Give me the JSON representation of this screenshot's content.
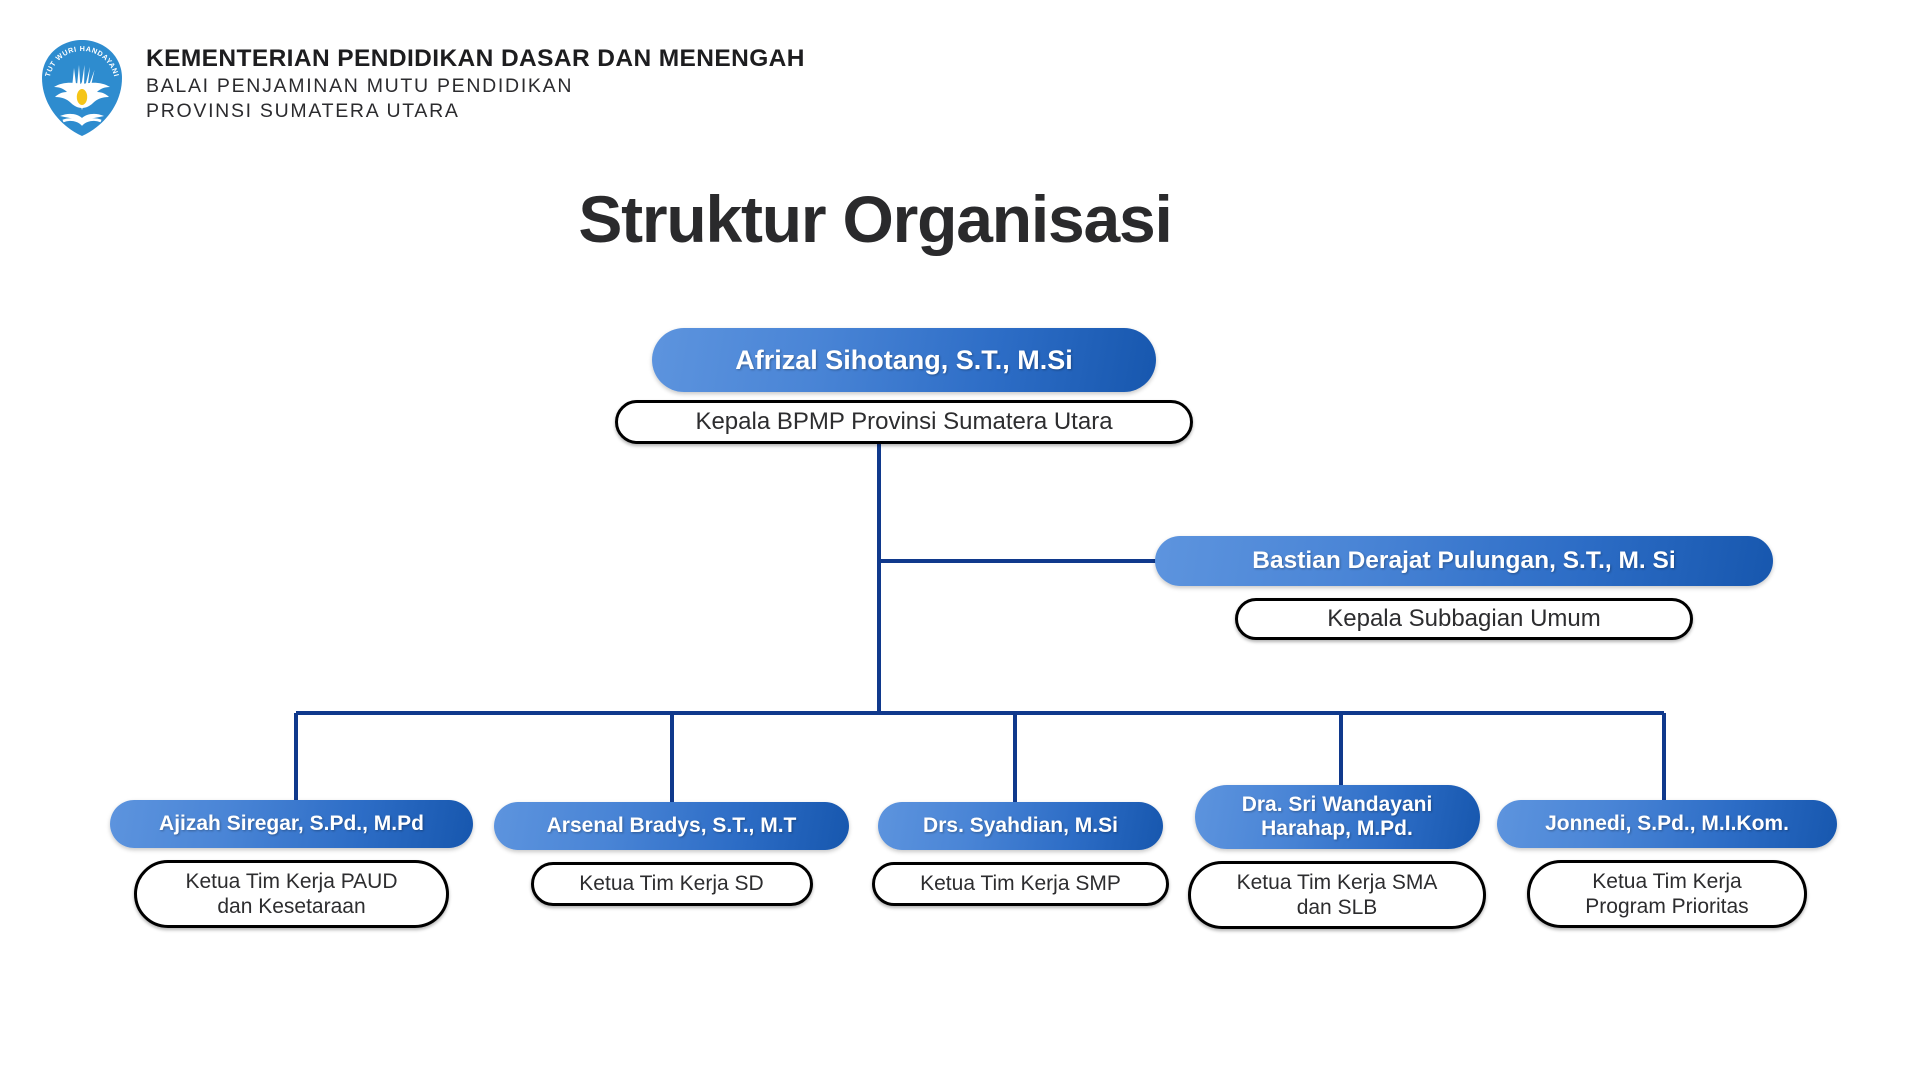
{
  "header": {
    "logo_name": "tut-wuri-handayani-logo",
    "motto": "TUT WURI HANDAYANI",
    "line1": "KEMENTERIAN PENDIDIKAN DASAR DAN MENENGAH",
    "line2": "BALAI PENJAMINAN MUTU PENDIDIKAN",
    "line3": "PROVINSI SUMATERA UTARA"
  },
  "page_title": "Struktur Organisasi",
  "colors": {
    "pill_gradient_start": "#5d94de",
    "pill_gradient_end": "#1757ae",
    "connector": "#10398c",
    "logo_blue": "#2e8ccf",
    "title_text": "#2a2a2c",
    "role_border": "#000000",
    "background": "#ffffff"
  },
  "chart_data": {
    "type": "org-chart",
    "title": "Struktur Organisasi",
    "nodes": [
      {
        "id": "root",
        "name": "Afrizal Sihotang, S.T., M.Si",
        "role": "Kepala BPMP Provinsi Sumatera Utara",
        "level": 0,
        "parent": null
      },
      {
        "id": "umum",
        "name": "Bastian Derajat Pulungan, S.T., M. Si",
        "role": "Kepala Subbagian Umum",
        "level": 1,
        "parent": "root"
      },
      {
        "id": "paud",
        "name": "Ajizah Siregar, S.Pd., M.Pd",
        "role": "Ketua Tim Kerja PAUD\ndan Kesetaraan",
        "level": 2,
        "parent": "root"
      },
      {
        "id": "sd",
        "name": "Arsenal Bradys, S.T., M.T",
        "role": "Ketua Tim Kerja SD",
        "level": 2,
        "parent": "root"
      },
      {
        "id": "smp",
        "name": "Drs. Syahdian, M.Si",
        "role": "Ketua Tim Kerja SMP",
        "level": 2,
        "parent": "root"
      },
      {
        "id": "sma",
        "name": "Dra. Sri Wandayani\nHarahap, M.Pd.",
        "role": "Ketua Tim Kerja SMA\ndan SLB",
        "level": 2,
        "parent": "root"
      },
      {
        "id": "prio",
        "name": "Jonnedi, S.Pd., M.I.Kom.",
        "role": "Ketua Tim Kerja\nProgram Prioritas",
        "level": 2,
        "parent": "root"
      }
    ]
  },
  "nodes": {
    "root": {
      "name": "Afrizal Sihotang, S.T., M.Si",
      "role": "Kepala BPMP Provinsi Sumatera Utara"
    },
    "umum": {
      "name": "Bastian Derajat Pulungan, S.T., M. Si",
      "role": "Kepala Subbagian Umum"
    },
    "paud": {
      "name": "Ajizah Siregar, S.Pd., M.Pd",
      "role": "Ketua Tim Kerja PAUD\ndan Kesetaraan"
    },
    "sd": {
      "name": "Arsenal Bradys, S.T., M.T",
      "role": "Ketua Tim Kerja SD"
    },
    "smp": {
      "name": "Drs. Syahdian, M.Si",
      "role": "Ketua Tim Kerja SMP"
    },
    "sma": {
      "name": "Dra. Sri Wandayani\nHarahap, M.Pd.",
      "role": "Ketua Tim Kerja SMA\ndan SLB"
    },
    "prio": {
      "name": "Jonnedi, S.Pd., M.I.Kom.",
      "role": "Ketua Tim Kerja\nProgram Prioritas"
    }
  }
}
